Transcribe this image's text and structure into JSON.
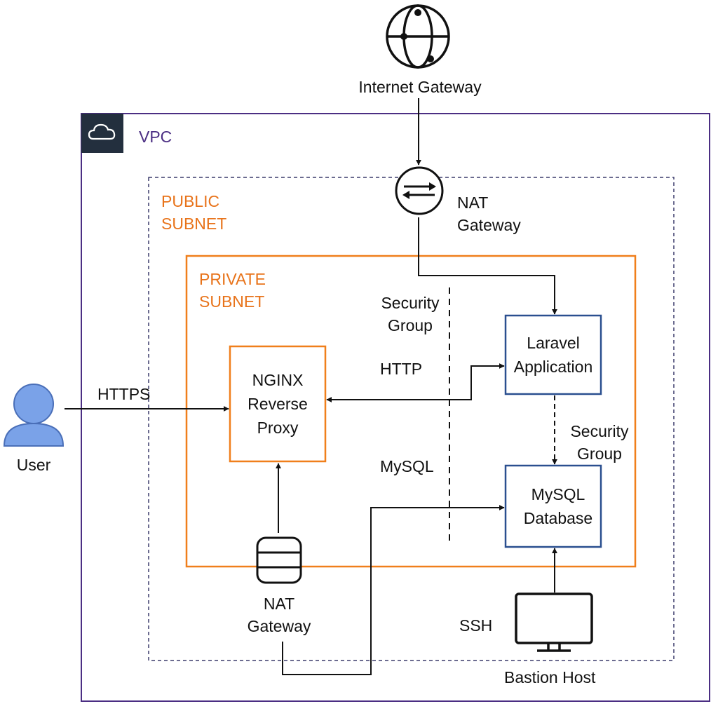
{
  "vpc": {
    "label": "VPC"
  },
  "internet_gateway": {
    "label": "Internet Gateway"
  },
  "public_subnet": {
    "label": "PUBLIC\nSUBNET"
  },
  "private_subnet": {
    "label": "PRIVATE\nSUBNET"
  },
  "nat_gateway_top": {
    "label": "NAT\nGateway"
  },
  "nat_gateway_bottom": {
    "label": "NAT\nGateway"
  },
  "nginx": {
    "label": "NGINX\nReverse\nProxy"
  },
  "laravel": {
    "label": "Laravel\nApplication"
  },
  "mysql_db": {
    "label": "MySQL\nDatabase"
  },
  "user": {
    "label": "User"
  },
  "bastion": {
    "label": "Bastion Host"
  },
  "edges": {
    "https": "HTTPS",
    "http": "HTTP",
    "mysql": "MySQL",
    "ssh": "SSH",
    "security_group_1": "Security\nGroup",
    "security_group_2": "Security\nGroup"
  },
  "colors": {
    "vpc_border": "#4b2e83",
    "subnet_orange": "#f07f1b",
    "app_blue": "#2a4f8f",
    "user_fill": "#7aa2e8",
    "user_stroke": "#4a6fb8"
  },
  "icons": {
    "vpc": "cloud-icon",
    "internet_gateway": "globe-icon",
    "nat_gateway_top": "nat-router-icon",
    "nat_gateway_bottom": "database-stack-icon",
    "user": "user-icon",
    "bastion": "monitor-icon"
  }
}
